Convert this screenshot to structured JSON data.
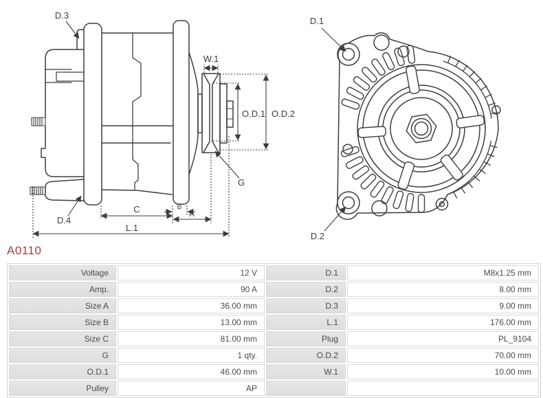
{
  "part_number": "A0110",
  "colors": {
    "part_number_red": "#a43e3e",
    "line_art": "#3d3d3d",
    "table_label_bg": "#e2e2e2",
    "table_border": "#d9d9d9",
    "table_text": "#4a4a4a"
  },
  "diagram": {
    "side_view": {
      "labels": {
        "d3": "D.3",
        "d4": "D.4",
        "w1": "W.1",
        "od1": "O.D.1",
        "od2": "O.D.2",
        "g": "G",
        "c": "C",
        "b": "B",
        "a": "A",
        "l1": "L.1"
      }
    },
    "front_view": {
      "labels": {
        "d1": "D.1",
        "d2": "D.2"
      }
    }
  },
  "spec_table": {
    "rows": [
      {
        "label_left": "Voltage",
        "value_left": "12 V",
        "label_right": "D.1",
        "value_right": "M8x1.25 mm"
      },
      {
        "label_left": "Amp.",
        "value_left": "90 A",
        "label_right": "D.2",
        "value_right": "8.00 mm"
      },
      {
        "label_left": "Size A",
        "value_left": "36.00 mm",
        "label_right": "D.3",
        "value_right": "9.00 mm"
      },
      {
        "label_left": "Size B",
        "value_left": "13.00 mm",
        "label_right": "L.1",
        "value_right": "176.00 mm"
      },
      {
        "label_left": "Size C",
        "value_left": "81.00 mm",
        "label_right": "Plug",
        "value_right": "PL_9104"
      },
      {
        "label_left": "G",
        "value_left": "1 qty.",
        "label_right": "O.D.2",
        "value_right": "70.00 mm"
      },
      {
        "label_left": "O.D.1",
        "value_left": "46.00 mm",
        "label_right": "W.1",
        "value_right": "10.00 mm"
      },
      {
        "label_left": "Pulley",
        "value_left": "AP",
        "label_right": "",
        "value_right": ""
      }
    ]
  }
}
